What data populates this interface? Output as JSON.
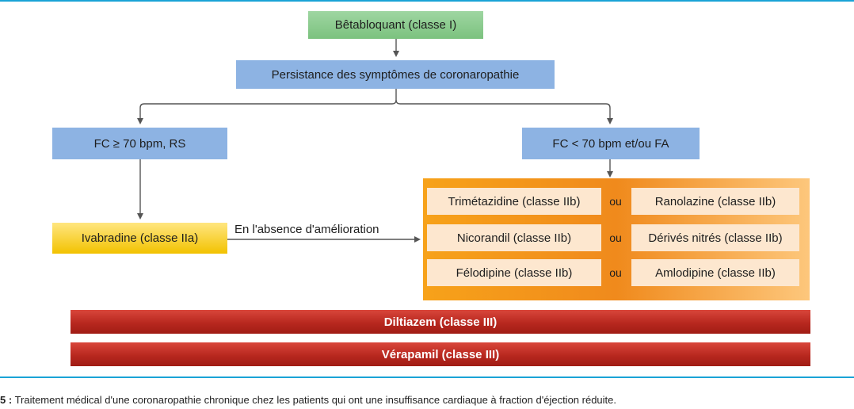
{
  "nodes": {
    "betabloquant": "Bêtabloquant (classe I)",
    "persistance": "Persistance des symptômes de coronaropathie",
    "fc_high": "FC ≥ 70 bpm, RS",
    "fc_low": "FC < 70 bpm et/ou FA",
    "ivabradine": "Ivabradine (classe IIa)"
  },
  "edge_label": "En l'absence d'amélioration",
  "alternatives": [
    {
      "left": "Trimétazidine (classe IIb)",
      "connector": "ou",
      "right": "Ranolazine (classe IIb)"
    },
    {
      "left": "Nicorandil (classe IIb)",
      "connector": "ou",
      "right": "Dérivés nitrés (classe IIb)"
    },
    {
      "left": "Félodipine (classe IIb)",
      "connector": "ou",
      "right": "Amlodipine (classe IIb)"
    }
  ],
  "contraindicated": [
    "Diltiazem (classe III)",
    "Vérapamil (classe III)"
  ],
  "caption": {
    "number": "5 :",
    "text": "Traitement médical d'une coronaropathie chronique chez les patients qui ont une insuffisance cardiaque à fraction d'éjection réduite."
  },
  "colors": {
    "rule": "#1aa3d6",
    "green": "#7cc27f",
    "blue": "#8db3e3",
    "yellow": "#f2c200",
    "orange": "#f08a1c",
    "red": "#b8281f"
  }
}
